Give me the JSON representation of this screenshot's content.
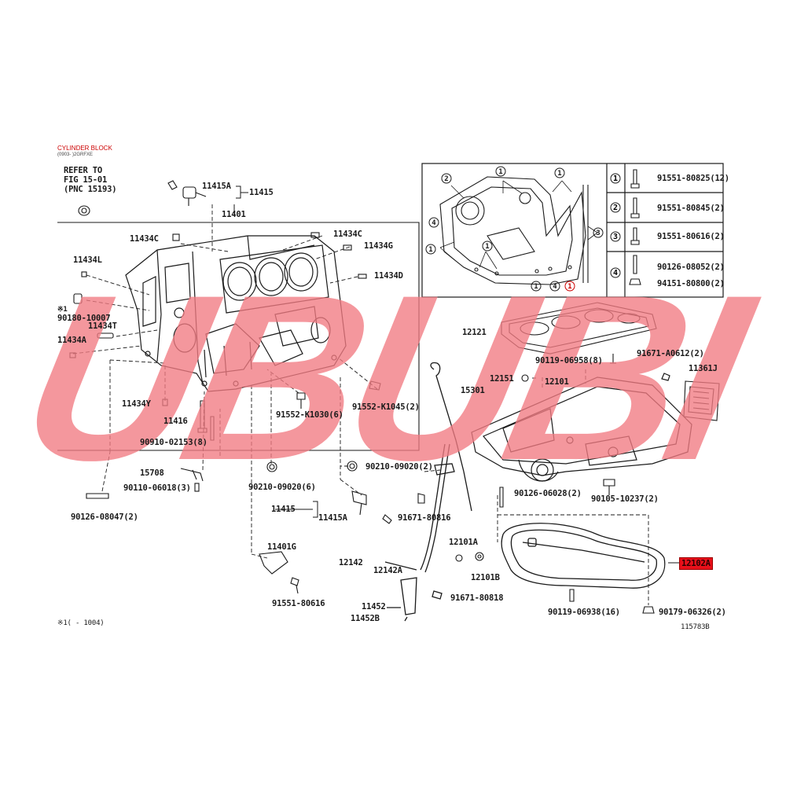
{
  "header": {
    "title": "CYLINDER BLOCK",
    "subtitle": "(0903- )2GRFXE"
  },
  "refer": {
    "line1": "REFER TO",
    "line2": "FIG 15-01",
    "line3": "(PNC 15193)"
  },
  "labels": {
    "l11415A_top": "11415A",
    "l11415_top": "11415",
    "l11401": "11401",
    "l11434C_left": "11434C",
    "l11434C_right": "11434C",
    "l11434G": "11434G",
    "l11434D": "11434D",
    "l11434L": "11434L",
    "note_mark": "※1",
    "l90180": "90180-10007",
    "l11434T": "11434T",
    "l11434A": "11434A",
    "l11434Y": "11434Y",
    "l11416": "11416",
    "l90910": "90910-02153(8)",
    "l91552_k1030": "91552-K1030(6)",
    "l91552_k1045": "91552-K1045(2)",
    "l15708": "15708",
    "l90110": "90110-06018(3)",
    "l90126_08047": "90126-08047(2)",
    "l90210_a": "90210-09020(6)",
    "l90210_b": "90210-09020(2)",
    "l11415_bot": "11415",
    "l11415A_bot": "11415A",
    "l91671_80816": "91671-80816",
    "l11401G": "11401G",
    "l91551_80616": "91551-80616",
    "l12142": "12142",
    "l12142A": "12142A",
    "l11452": "11452",
    "l11452B": "11452B",
    "l91671_80818": "91671-80818",
    "l12101A": "12101A",
    "l12101B": "12101B",
    "l12121": "12121",
    "l90119_06958": "90119-06958(8)",
    "l91671_A0612": "91671-A0612(2)",
    "l11361J": "11361J",
    "l12151": "12151",
    "l12101": "12101",
    "l15301": "15301",
    "l90126_06028": "90126-06028(2)",
    "l90105_10237": "90105-10237(2)",
    "l12102A": "12102A",
    "l90119_06938": "90119-06938(16)",
    "l90179_06326": "90179-06326(2)",
    "footnote": "※1(     - 1004)",
    "figure_id": "115783B"
  },
  "legend": [
    {
      "num": "1",
      "part": "91551-80825(12)"
    },
    {
      "num": "2",
      "part": "91551-80845(2)"
    },
    {
      "num": "3",
      "part": "91551-80616(2)"
    },
    {
      "num": "4",
      "part": "90126-08052(2)"
    },
    {
      "num": "4",
      "part": "94151-80800(2)"
    }
  ],
  "watermark": "UBUBI",
  "colors": {
    "highlight": "#e8101a",
    "watermark": "#f27b82",
    "title": "#cc0000",
    "line": "#1a1a1a"
  }
}
